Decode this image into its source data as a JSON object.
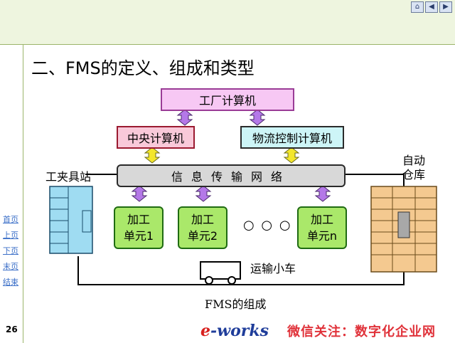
{
  "nav": {
    "icons": [
      "home-icon",
      "back-icon",
      "forward-icon"
    ]
  },
  "title": "二、FMS的定义、组成和类型",
  "side_links": [
    "首页",
    "上页",
    "下页",
    "末页",
    "结束"
  ],
  "page_number": "26",
  "diagram": {
    "factory_computer": "工厂计算机",
    "central_computer": "中央计算机",
    "logistics_computer": "物流控制计算机",
    "network": "信息传输网络",
    "unit1": [
      "加工",
      "单元1"
    ],
    "unit2": [
      "加工",
      "单元2"
    ],
    "unitn": [
      "加工",
      "单元n"
    ],
    "dots": "○ ○ ○",
    "fixture_station": "工夹具站",
    "warehouse_line1": "自动",
    "warehouse_line2": "仓库",
    "cart": "运输小车",
    "caption": "FMS的组成"
  },
  "footer": {
    "logo_e": "e",
    "logo_rest": "-works",
    "brand": "微信关注：数字化企业网"
  },
  "colors": {
    "top_band": "#eef5df",
    "rule": "#9bb46a",
    "unit_fill": "#aae86a",
    "arrow_yellow": "#f3e62c",
    "arrow_purple": "#b478e8",
    "warehouse": "#f4c990",
    "station": "#9fdcf2"
  }
}
